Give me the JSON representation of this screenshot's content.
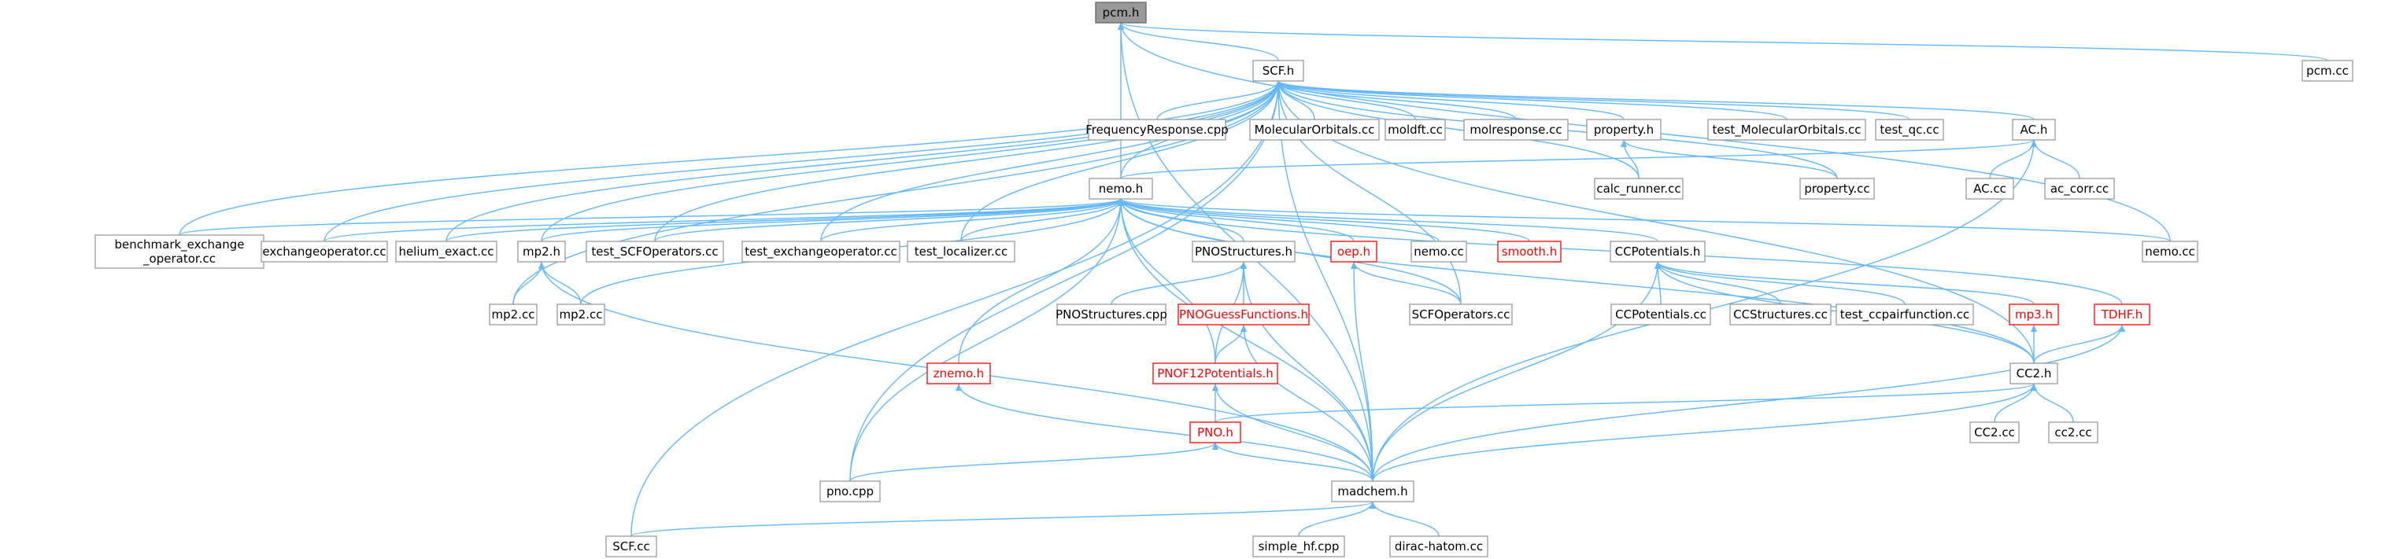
{
  "colors": {
    "edge": "#63b8ff",
    "node_fill": "#ffffff",
    "node_border": "#999999",
    "node_text": "#000000",
    "node_border_red": "#ff0000",
    "node_text_red": "#ff0000",
    "root_fill": "#999999",
    "root_border": "#666666"
  },
  "nodes": [
    {
      "id": "pcm_h",
      "label": "pcm.h",
      "style": "root"
    },
    {
      "id": "scf_h",
      "label": "SCF.h",
      "style": "normal"
    },
    {
      "id": "pcm_cc",
      "label": "pcm.cc",
      "style": "normal"
    },
    {
      "id": "freqresp",
      "label": "FrequencyResponse.cpp",
      "style": "normal"
    },
    {
      "id": "molorb",
      "label": "MolecularOrbitals.cc",
      "style": "normal"
    },
    {
      "id": "moldft",
      "label": "moldft.cc",
      "style": "normal"
    },
    {
      "id": "molresp",
      "label": "molresponse.cc",
      "style": "normal"
    },
    {
      "id": "property_h",
      "label": "property.h",
      "style": "normal"
    },
    {
      "id": "test_molorb",
      "label": "test_MolecularOrbitals.cc",
      "style": "normal"
    },
    {
      "id": "test_qc",
      "label": "test_qc.cc",
      "style": "normal"
    },
    {
      "id": "ac_h",
      "label": "AC.h",
      "style": "normal"
    },
    {
      "id": "nemo_h",
      "label": "nemo.h",
      "style": "normal"
    },
    {
      "id": "calc_runner",
      "label": "calc_runner.cc",
      "style": "normal"
    },
    {
      "id": "property_cc",
      "label": "property.cc",
      "style": "normal"
    },
    {
      "id": "ac_cc",
      "label": "AC.cc",
      "style": "normal"
    },
    {
      "id": "ac_corr",
      "label": "ac_corr.cc",
      "style": "normal"
    },
    {
      "id": "bench",
      "label": "benchmark_exchange",
      "label2": "_operator.cc",
      "style": "normal"
    },
    {
      "id": "exchop",
      "label": "exchangeoperator.cc",
      "style": "normal"
    },
    {
      "id": "helium",
      "label": "helium_exact.cc",
      "style": "normal"
    },
    {
      "id": "mp2_h",
      "label": "mp2.h",
      "style": "normal"
    },
    {
      "id": "test_scfop",
      "label": "test_SCFOperators.cc",
      "style": "normal"
    },
    {
      "id": "test_exch",
      "label": "test_exchangeoperator.cc",
      "style": "normal"
    },
    {
      "id": "test_loc",
      "label": "test_localizer.cc",
      "style": "normal"
    },
    {
      "id": "pnostruct_h",
      "label": "PNOStructures.h",
      "style": "normal"
    },
    {
      "id": "oep_h",
      "label": "oep.h",
      "style": "red"
    },
    {
      "id": "nemo_cc_a",
      "label": "nemo.cc",
      "style": "normal"
    },
    {
      "id": "smooth_h",
      "label": "smooth.h",
      "style": "red"
    },
    {
      "id": "ccpot_h",
      "label": "CCPotentials.h",
      "style": "normal"
    },
    {
      "id": "nemo_cc_b",
      "label": "nemo.cc",
      "style": "normal"
    },
    {
      "id": "mp2_cc_a",
      "label": "mp2.cc",
      "style": "normal"
    },
    {
      "id": "mp2_cc_b",
      "label": "mp2.cc",
      "style": "normal"
    },
    {
      "id": "pnostruct_cpp",
      "label": "PNOStructures.cpp",
      "style": "normal"
    },
    {
      "id": "pnoguess_h",
      "label": "PNOGuessFunctions.h",
      "style": "red"
    },
    {
      "id": "scfop_cc",
      "label": "SCFOperators.cc",
      "style": "normal"
    },
    {
      "id": "ccpot_cc",
      "label": "CCPotentials.cc",
      "style": "normal"
    },
    {
      "id": "ccstruct_cc",
      "label": "CCStructures.cc",
      "style": "normal"
    },
    {
      "id": "test_ccpair",
      "label": "test_ccpairfunction.cc",
      "style": "normal"
    },
    {
      "id": "mp3_h",
      "label": "mp3.h",
      "style": "red"
    },
    {
      "id": "tdhf_h",
      "label": "TDHF.h",
      "style": "red"
    },
    {
      "id": "znemo_h",
      "label": "znemo.h",
      "style": "red"
    },
    {
      "id": "pnof12_h",
      "label": "PNOF12Potentials.h",
      "style": "red"
    },
    {
      "id": "cc2_h",
      "label": "CC2.h",
      "style": "normal"
    },
    {
      "id": "pno_h",
      "label": "PNO.h",
      "style": "red"
    },
    {
      "id": "cc2_cc_a",
      "label": "CC2.cc",
      "style": "normal"
    },
    {
      "id": "cc2_cc_b",
      "label": "cc2.cc",
      "style": "normal"
    },
    {
      "id": "pno_cpp",
      "label": "pno.cpp",
      "style": "normal"
    },
    {
      "id": "madchem_h",
      "label": "madchem.h",
      "style": "normal"
    },
    {
      "id": "scf_cc",
      "label": "SCF.cc",
      "style": "normal"
    },
    {
      "id": "simple_hf",
      "label": "simple_hf.cpp",
      "style": "normal"
    },
    {
      "id": "dirac",
      "label": "dirac-hatom.cc",
      "style": "normal"
    }
  ],
  "edges": [
    [
      "pcm_h",
      "scf_h"
    ],
    [
      "pcm_h",
      "pcm_cc"
    ],
    [
      "pcm_h",
      "nemo_h"
    ],
    [
      "pcm_h",
      "nemo_cc_b"
    ],
    [
      "pcm_h",
      "madchem_h"
    ],
    [
      "scf_h",
      "freqresp"
    ],
    [
      "scf_h",
      "molorb"
    ],
    [
      "scf_h",
      "moldft"
    ],
    [
      "scf_h",
      "molresp"
    ],
    [
      "scf_h",
      "property_h"
    ],
    [
      "scf_h",
      "test_molorb"
    ],
    [
      "scf_h",
      "test_qc"
    ],
    [
      "scf_h",
      "ac_h"
    ],
    [
      "scf_h",
      "nemo_h"
    ],
    [
      "scf_h",
      "calc_runner"
    ],
    [
      "scf_h",
      "property_cc"
    ],
    [
      "scf_h",
      "bench"
    ],
    [
      "scf_h",
      "exchop"
    ],
    [
      "scf_h",
      "helium"
    ],
    [
      "scf_h",
      "mp2_h"
    ],
    [
      "scf_h",
      "test_scfop"
    ],
    [
      "scf_h",
      "test_exch"
    ],
    [
      "scf_h",
      "test_loc"
    ],
    [
      "scf_h",
      "scfop_cc"
    ],
    [
      "scf_h",
      "mp2_cc_a"
    ],
    [
      "scf_h",
      "cc2_h"
    ],
    [
      "scf_h",
      "pno_cpp"
    ],
    [
      "scf_h",
      "madchem_h"
    ],
    [
      "scf_h",
      "scf_cc"
    ],
    [
      "property_h",
      "calc_runner"
    ],
    [
      "property_h",
      "property_cc"
    ],
    [
      "ac_h",
      "nemo_h"
    ],
    [
      "ac_h",
      "ac_cc"
    ],
    [
      "ac_h",
      "ac_corr"
    ],
    [
      "ac_h",
      "madchem_h"
    ],
    [
      "nemo_h",
      "bench"
    ],
    [
      "nemo_h",
      "exchop"
    ],
    [
      "nemo_h",
      "helium"
    ],
    [
      "nemo_h",
      "mp2_h"
    ],
    [
      "nemo_h",
      "test_scfop"
    ],
    [
      "nemo_h",
      "test_exch"
    ],
    [
      "nemo_h",
      "test_loc"
    ],
    [
      "nemo_h",
      "pnostruct_h"
    ],
    [
      "nemo_h",
      "oep_h"
    ],
    [
      "nemo_h",
      "nemo_cc_a"
    ],
    [
      "nemo_h",
      "smooth_h"
    ],
    [
      "nemo_h",
      "ccpot_h"
    ],
    [
      "nemo_h",
      "nemo_cc_b"
    ],
    [
      "nemo_h",
      "mp2_cc_b"
    ],
    [
      "nemo_h",
      "scfop_cc"
    ],
    [
      "nemo_h",
      "tdhf_h"
    ],
    [
      "nemo_h",
      "znemo_h"
    ],
    [
      "nemo_h",
      "pnof12_h"
    ],
    [
      "nemo_h",
      "cc2_h"
    ],
    [
      "nemo_h",
      "pno_cpp"
    ],
    [
      "nemo_h",
      "madchem_h"
    ],
    [
      "mp2_h",
      "mp2_cc_a"
    ],
    [
      "mp2_h",
      "mp2_cc_b"
    ],
    [
      "mp2_h",
      "madchem_h"
    ],
    [
      "pnostruct_h",
      "pnostruct_cpp"
    ],
    [
      "pnostruct_h",
      "pnoguess_h"
    ],
    [
      "pnostruct_h",
      "pnof12_h"
    ],
    [
      "pnostruct_h",
      "madchem_h"
    ],
    [
      "oep_h",
      "scfop_cc"
    ],
    [
      "oep_h",
      "madchem_h"
    ],
    [
      "ccpot_h",
      "ccpot_cc"
    ],
    [
      "ccpot_h",
      "ccstruct_cc"
    ],
    [
      "ccpot_h",
      "test_ccpair"
    ],
    [
      "ccpot_h",
      "mp3_h"
    ],
    [
      "ccpot_h",
      "cc2_h"
    ],
    [
      "ccpot_h",
      "madchem_h"
    ],
    [
      "pnoguess_h",
      "pnof12_h"
    ],
    [
      "pnoguess_h",
      "madchem_h"
    ],
    [
      "mp3_h",
      "cc2_h"
    ],
    [
      "tdhf_h",
      "cc2_h"
    ],
    [
      "tdhf_h",
      "madchem_h"
    ],
    [
      "znemo_h",
      "madchem_h"
    ],
    [
      "pnof12_h",
      "pno_h"
    ],
    [
      "pnof12_h",
      "madchem_h"
    ],
    [
      "cc2_h",
      "cc2_cc_a"
    ],
    [
      "cc2_h",
      "cc2_cc_b"
    ],
    [
      "cc2_h",
      "pno_h"
    ],
    [
      "cc2_h",
      "madchem_h"
    ],
    [
      "pno_h",
      "pno_cpp"
    ],
    [
      "pno_h",
      "madchem_h"
    ],
    [
      "madchem_h",
      "scf_cc"
    ],
    [
      "madchem_h",
      "simple_hf"
    ],
    [
      "madchem_h",
      "dirac"
    ]
  ]
}
